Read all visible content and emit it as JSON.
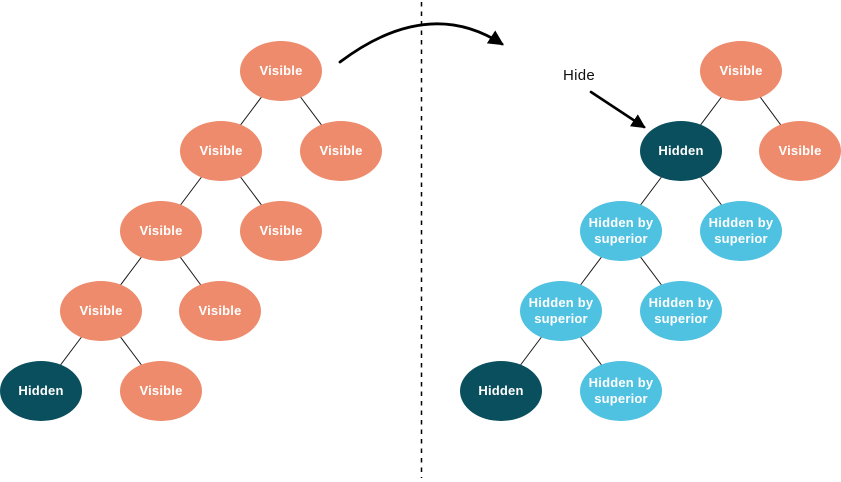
{
  "diagram": {
    "annotation": {
      "hide_label": "Hide"
    },
    "colors": {
      "visible_node": "#EE8B6C",
      "hidden_node": "#0A4F5E",
      "hidden_by_superior_node": "#4FC1E1",
      "node_text": "#FFFFFF",
      "edge_line": "#000000",
      "divider_line": "#000000"
    },
    "legend_states": {
      "visible": "Visible",
      "hidden": "Hidden",
      "hidden_by_superior": "Hidden by superior"
    },
    "left_tree": {
      "nodes": [
        {
          "label": "Visible",
          "state": "visible"
        },
        {
          "label": "Visible",
          "state": "visible"
        },
        {
          "label": "Visible",
          "state": "visible"
        },
        {
          "label": "Visible",
          "state": "visible"
        },
        {
          "label": "Visible",
          "state": "visible"
        },
        {
          "label": "Visible",
          "state": "visible"
        },
        {
          "label": "Visible",
          "state": "visible"
        },
        {
          "label": "Hidden",
          "state": "hidden"
        },
        {
          "label": "Visible",
          "state": "visible"
        }
      ]
    },
    "right_tree": {
      "nodes": [
        {
          "label": "Visible",
          "state": "visible"
        },
        {
          "label": "Hidden",
          "state": "hidden"
        },
        {
          "label": "Visible",
          "state": "visible"
        },
        {
          "label": "Hidden by superior",
          "state": "hidden_by_superior"
        },
        {
          "label": "Hidden by superior",
          "state": "hidden_by_superior"
        },
        {
          "label": "Hidden by superior",
          "state": "hidden_by_superior"
        },
        {
          "label": "Hidden by superior",
          "state": "hidden_by_superior"
        },
        {
          "label": "Hidden",
          "state": "hidden"
        },
        {
          "label": "Hidden by superior",
          "state": "hidden_by_superior"
        }
      ]
    }
  }
}
